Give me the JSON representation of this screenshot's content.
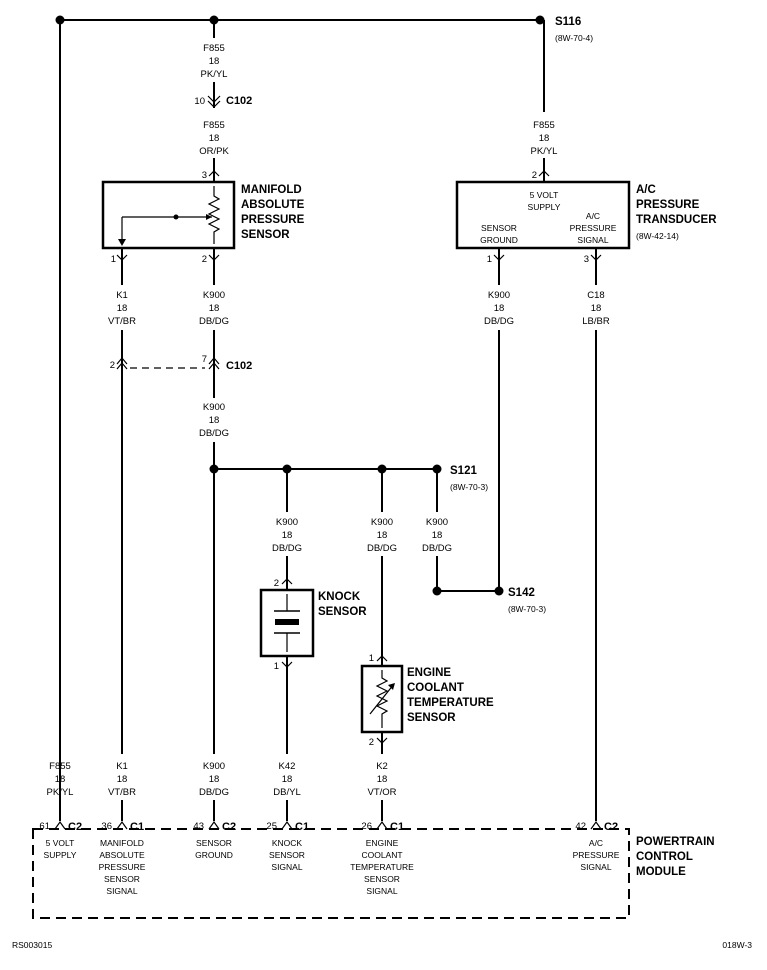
{
  "splices": {
    "s116": {
      "name": "S116",
      "ref": "(8W-70-4)"
    },
    "s121": {
      "name": "S121",
      "ref": "(8W-70-3)"
    },
    "s142": {
      "name": "S142",
      "ref": "(8W-70-3)"
    }
  },
  "wires": {
    "f855_top": {
      "circuit": "F855",
      "gauge": "18",
      "color": "PK/YL"
    },
    "f855_mid": {
      "circuit": "F855",
      "gauge": "18",
      "color": "OR/PK"
    },
    "f855_right": {
      "circuit": "F855",
      "gauge": "18",
      "color": "PK/YL"
    },
    "k1_upper": {
      "circuit": "K1",
      "gauge": "18",
      "color": "VT/BR"
    },
    "k900_map": {
      "circuit": "K900",
      "gauge": "18",
      "color": "DB/DG"
    },
    "k900_c102": {
      "circuit": "K900",
      "gauge": "18",
      "color": "DB/DG"
    },
    "k900_ac": {
      "circuit": "K900",
      "gauge": "18",
      "color": "DB/DG"
    },
    "c18_ac": {
      "circuit": "C18",
      "gauge": "18",
      "color": "LB/BR"
    },
    "k900_knock": {
      "circuit": "K900",
      "gauge": "18",
      "color": "DB/DG"
    },
    "k900_ect": {
      "circuit": "K900",
      "gauge": "18",
      "color": "DB/DG"
    },
    "k900_s142": {
      "circuit": "K900",
      "gauge": "18",
      "color": "DB/DG"
    },
    "f855_pcm": {
      "circuit": "F855",
      "gauge": "18",
      "color": "PK/YL"
    },
    "k1_pcm": {
      "circuit": "K1",
      "gauge": "18",
      "color": "VT/BR"
    },
    "k900_pcm": {
      "circuit": "K900",
      "gauge": "18",
      "color": "DB/DG"
    },
    "k42_pcm": {
      "circuit": "K42",
      "gauge": "18",
      "color": "DB/YL"
    },
    "k2_pcm": {
      "circuit": "K2",
      "gauge": "18",
      "color": "VT/OR"
    }
  },
  "connectors": {
    "c102_top": {
      "pin": "10",
      "name": "C102"
    },
    "c102_mid": {
      "pin_left": "2",
      "pin_right": "7",
      "name": "C102"
    }
  },
  "map_sensor": {
    "title": [
      "MANIFOLD",
      "ABSOLUTE",
      "PRESSURE",
      "SENSOR"
    ],
    "pin_top": "3",
    "pin_left": "1",
    "pin_right": "2"
  },
  "ac_transducer": {
    "title": [
      "A/C",
      "PRESSURE",
      "TRANSDUCER"
    ],
    "ref": "(8W-42-14)",
    "supply": [
      "5 VOLT",
      "SUPPLY"
    ],
    "ground": [
      "SENSOR",
      "GROUND"
    ],
    "signal": [
      "A/C",
      "PRESSURE",
      "SIGNAL"
    ],
    "pin_top": "2",
    "pin_left": "1",
    "pin_right": "3"
  },
  "knock_sensor": {
    "title": [
      "KNOCK",
      "SENSOR"
    ],
    "pin_top": "2",
    "pin_bottom": "1"
  },
  "ect_sensor": {
    "title": [
      "ENGINE",
      "COOLANT",
      "TEMPERATURE",
      "SENSOR"
    ],
    "pin_top": "1",
    "pin_bottom": "2"
  },
  "pcm": {
    "title": [
      "POWERTRAIN",
      "CONTROL",
      "MODULE"
    ],
    "pins": [
      {
        "pin": "61",
        "conn": "C2",
        "label": [
          "5 VOLT",
          "SUPPLY"
        ]
      },
      {
        "pin": "36",
        "conn": "C1",
        "label": [
          "MANIFOLD",
          "ABSOLUTE",
          "PRESSURE",
          "SENSOR",
          "SIGNAL"
        ]
      },
      {
        "pin": "43",
        "conn": "C2",
        "label": [
          "SENSOR",
          "GROUND"
        ]
      },
      {
        "pin": "25",
        "conn": "C1",
        "label": [
          "KNOCK",
          "SENSOR",
          "SIGNAL"
        ]
      },
      {
        "pin": "26",
        "conn": "C1",
        "label": [
          "ENGINE",
          "COOLANT",
          "TEMPERATURE",
          "SENSOR",
          "SIGNAL"
        ]
      },
      {
        "pin": "42",
        "conn": "C2",
        "label": [
          "A/C",
          "PRESSURE",
          "SIGNAL"
        ]
      }
    ]
  },
  "footer": {
    "left": "RS003015",
    "right": "018W-3"
  }
}
